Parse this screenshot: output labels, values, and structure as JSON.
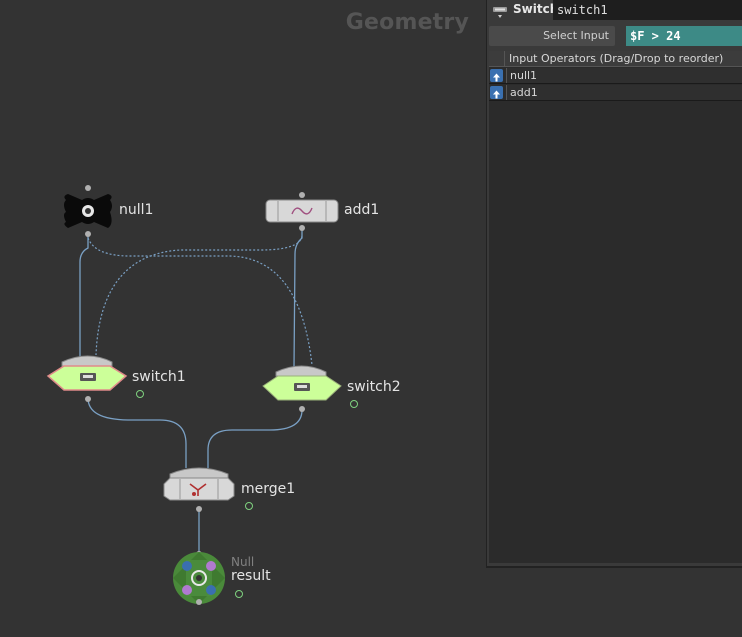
{
  "network": {
    "context_label": "Geometry",
    "nodes": {
      "null1": {
        "name": "null1"
      },
      "add1": {
        "name": "add1"
      },
      "switch1": {
        "name": "switch1"
      },
      "switch2": {
        "name": "switch2"
      },
      "merge1": {
        "name": "merge1"
      },
      "result": {
        "name": "result",
        "type": "Null"
      }
    }
  },
  "panel": {
    "op_type": "Switch",
    "op_name": "switch1",
    "select_input_label": "Select Input",
    "select_input_expr": "$F > 24",
    "list_header": "Input Operators (Drag/Drop to reorder)",
    "inputs": [
      "null1",
      "add1"
    ]
  },
  "colors": {
    "background": "#333333",
    "switch_node": "#ccff99",
    "wire": "#7aa0c4",
    "expression": "#3d8a86",
    "flag": "#7fd17f"
  }
}
